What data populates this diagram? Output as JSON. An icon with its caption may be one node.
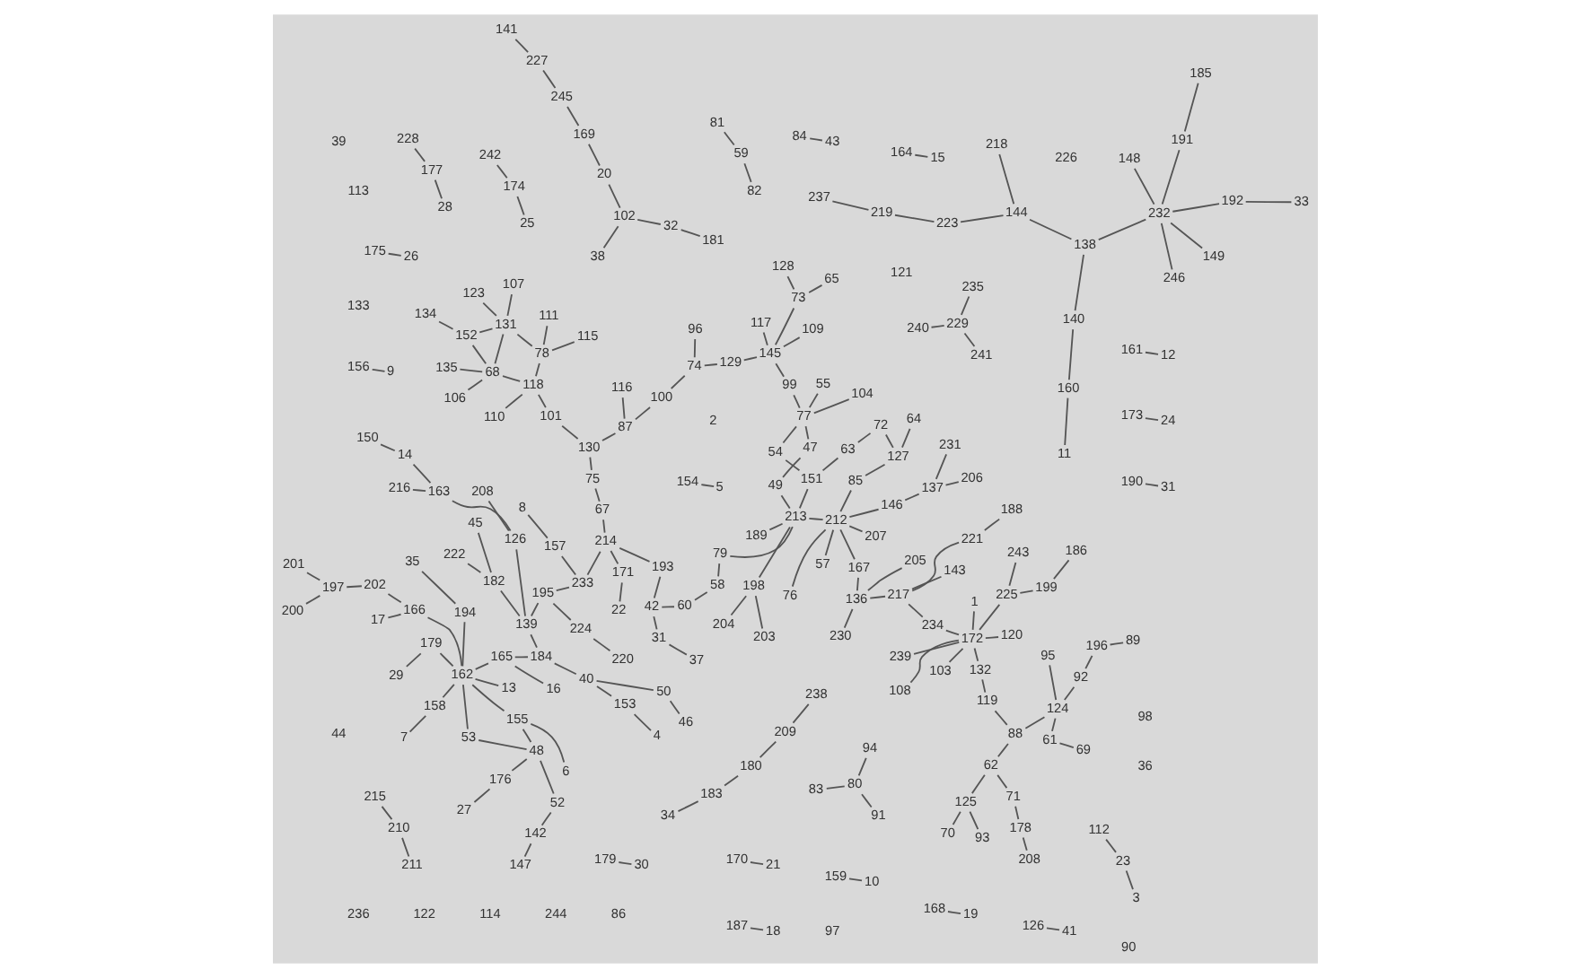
{
  "diagram": {
    "nodes": [
      {
        "text": [
          "208"
        ]
      },
      {
        "text": [
          "178"
        ]
      },
      {
        "text": [
          "71"
        ]
      },
      {
        "text": [
          "62"
        ]
      },
      {
        "text": [
          "125"
        ]
      },
      {
        "text": [
          "70"
        ]
      },
      {
        "text": [
          "93"
        ]
      },
      {
        "text": [
          "88"
        ]
      },
      {
        "text": [
          "124"
        ]
      },
      {
        "text": [
          "69"
        ]
      },
      {
        "text": [
          "61"
        ]
      },
      {
        "text": [
          "92"
        ]
      },
      {
        "text": [
          "196"
        ]
      },
      {
        "text": [
          "89"
        ]
      },
      {
        "text": [
          "95"
        ]
      },
      {
        "text": [
          "119"
        ]
      },
      {
        "text": [
          "132"
        ]
      },
      {
        "text": [
          "172"
        ]
      },
      {
        "text": [
          "239"
        ]
      },
      {
        "text": [
          "108"
        ]
      },
      {
        "text": [
          "225"
        ]
      },
      {
        "text": [
          "199"
        ]
      },
      {
        "text": [
          "186"
        ]
      },
      {
        "text": [
          "243"
        ]
      },
      {
        "text": [
          "1"
        ]
      },
      {
        "text": [
          "103"
        ]
      },
      {
        "text": [
          "120"
        ]
      },
      {
        "text": [
          "234"
        ]
      },
      {
        "text": [
          "217"
        ]
      },
      {
        "text": [
          "143"
        ]
      },
      {
        "text": [
          "221"
        ]
      },
      {
        "text": [
          "188"
        ]
      },
      {
        "text": [
          "136"
        ]
      },
      {
        "text": [
          "230"
        ]
      },
      {
        "text": [
          "205"
        ]
      },
      {
        "text": [
          "167"
        ]
      },
      {
        "text": [
          "212"
        ]
      },
      {
        "text": [
          "127"
        ]
      },
      {
        "text": [
          "85"
        ]
      },
      {
        "text": [
          "64"
        ]
      },
      {
        "text": [
          "72"
        ]
      },
      {
        "text": [
          "63"
        ]
      },
      {
        "text": [
          "151"
        ]
      },
      {
        "text": [
          "54"
        ]
      },
      {
        "text": [
          "77"
        ]
      },
      {
        "text": [
          "146"
        ]
      },
      {
        "text": [
          "137"
        ]
      },
      {
        "text": [
          "206"
        ]
      },
      {
        "text": [
          "231"
        ]
      },
      {
        "text": [
          "57"
        ]
      },
      {
        "text": [
          "76"
        ]
      },
      {
        "text": [
          "207"
        ]
      },
      {
        "text": [
          "189"
        ]
      },
      {
        "text": [
          "213"
        ]
      },
      {
        "text": [
          "198"
        ]
      },
      {
        "text": [
          "203"
        ]
      },
      {
        "text": [
          "204"
        ]
      },
      {
        "text": [
          "49"
        ]
      },
      {
        "text": [
          "47"
        ]
      },
      {
        "text": [
          "79"
        ]
      },
      {
        "text": [
          "58"
        ]
      },
      {
        "text": [
          "60"
        ]
      },
      {
        "text": [
          "42"
        ]
      },
      {
        "text": [
          "31"
        ]
      },
      {
        "text": [
          "37"
        ]
      },
      {
        "text": [
          "193"
        ]
      },
      {
        "text": [
          "214"
        ]
      },
      {
        "text": [
          "171"
        ]
      },
      {
        "text": [
          "22"
        ]
      },
      {
        "text": [
          "67"
        ]
      },
      {
        "text": [
          "75"
        ]
      },
      {
        "text": [
          "130"
        ]
      },
      {
        "text": [
          "104"
        ]
      },
      {
        "text": [
          "55"
        ]
      },
      {
        "text": [
          "99"
        ]
      },
      {
        "text": [
          "145"
        ]
      },
      {
        "text": [
          "109"
        ]
      },
      {
        "text": [
          "73"
        ]
      },
      {
        "text": [
          "128"
        ]
      },
      {
        "text": [
          "65"
        ]
      },
      {
        "text": [
          "117"
        ]
      },
      {
        "text": [
          "129"
        ]
      },
      {
        "text": [
          "74"
        ]
      },
      {
        "text": [
          "96"
        ]
      },
      {
        "text": [
          "100"
        ]
      },
      {
        "text": [
          "87"
        ]
      },
      {
        "text": [
          "116"
        ]
      },
      {
        "text": [
          "101"
        ]
      },
      {
        "text": [
          "118"
        ]
      },
      {
        "text": [
          "110"
        ]
      },
      {
        "text": [
          "68"
        ]
      },
      {
        "text": [
          "106"
        ]
      },
      {
        "text": [
          "135"
        ]
      },
      {
        "text": [
          "152"
        ]
      },
      {
        "text": [
          "134"
        ]
      },
      {
        "text": [
          "131"
        ]
      },
      {
        "text": [
          "123"
        ]
      },
      {
        "text": [
          "107"
        ]
      },
      {
        "text": [
          "78"
        ]
      },
      {
        "text": [
          "111"
        ]
      },
      {
        "text": [
          "115"
        ]
      },
      {
        "text": [
          "233"
        ]
      },
      {
        "text": [
          "157"
        ]
      },
      {
        "text": [
          "8"
        ]
      },
      {
        "text": [
          "195"
        ]
      },
      {
        "text": [
          "224"
        ]
      },
      {
        "text": [
          "220"
        ]
      },
      {
        "text": [
          "139"
        ]
      },
      {
        "text": [
          "126"
        ]
      },
      {
        "text": [
          "208"
        ]
      },
      {
        "text": [
          "163"
        ]
      },
      {
        "text": [
          "14"
        ]
      },
      {
        "text": [
          "150"
        ]
      },
      {
        "text": [
          "216"
        ]
      },
      {
        "text": [
          "182"
        ]
      },
      {
        "text": [
          "45"
        ]
      },
      {
        "text": [
          "222"
        ]
      },
      {
        "text": [
          "184"
        ]
      },
      {
        "text": [
          "40"
        ]
      },
      {
        "text": [
          "153"
        ]
      },
      {
        "text": [
          "4"
        ]
      },
      {
        "text": [
          "50"
        ]
      },
      {
        "text": [
          "46"
        ]
      },
      {
        "text": [
          "165"
        ]
      },
      {
        "text": [
          "16"
        ]
      },
      {
        "text": [
          "162"
        ]
      },
      {
        "text": [
          "29"
        ]
      },
      {
        "text": [
          "179"
        ]
      },
      {
        "text": [
          "35"
        ]
      },
      {
        "text": [
          "194"
        ]
      },
      {
        "text": [
          "6"
        ]
      },
      {
        "text": [
          "155"
        ]
      },
      {
        "text": [
          "48"
        ]
      },
      {
        "text": [
          "52"
        ]
      },
      {
        "text": [
          "142"
        ]
      },
      {
        "text": [
          "147"
        ]
      },
      {
        "text": [
          "176"
        ]
      },
      {
        "text": [
          "27"
        ]
      },
      {
        "text": [
          "53"
        ]
      },
      {
        "text": [
          "13"
        ]
      },
      {
        "text": [
          "158"
        ]
      },
      {
        "text": [
          "7"
        ]
      },
      {
        "text": [
          "166"
        ]
      },
      {
        "text": [
          "17"
        ]
      },
      {
        "text": [
          "202"
        ]
      },
      {
        "text": [
          "197"
        ]
      },
      {
        "text": [
          "201"
        ]
      },
      {
        "text": [
          "200"
        ]
      },
      {
        "text": [
          "237"
        ]
      },
      {
        "text": [
          "219"
        ]
      },
      {
        "text": [
          "223"
        ]
      },
      {
        "text": [
          "144"
        ]
      },
      {
        "text": [
          "218"
        ]
      },
      {
        "text": [
          "138"
        ]
      },
      {
        "text": [
          "140"
        ]
      },
      {
        "text": [
          "160"
        ]
      },
      {
        "text": [
          "11"
        ]
      },
      {
        "text": [
          "232"
        ]
      },
      {
        "text": [
          "246"
        ]
      },
      {
        "text": [
          "192"
        ]
      },
      {
        "text": [
          "33"
        ]
      },
      {
        "text": [
          "191"
        ]
      },
      {
        "text": [
          "185"
        ]
      },
      {
        "text": [
          "148"
        ]
      },
      {
        "text": [
          "149"
        ]
      },
      {
        "text": [
          "209"
        ]
      },
      {
        "text": [
          "180"
        ]
      },
      {
        "text": [
          "183"
        ]
      },
      {
        "text": [
          "34"
        ]
      },
      {
        "text": [
          "238"
        ]
      },
      {
        "text": [
          "141"
        ]
      },
      {
        "text": [
          "227"
        ]
      },
      {
        "text": [
          "245"
        ]
      },
      {
        "text": [
          "169"
        ]
      },
      {
        "text": [
          "20"
        ]
      },
      {
        "text": [
          "102"
        ]
      },
      {
        "text": [
          "38"
        ]
      },
      {
        "text": [
          "32"
        ]
      },
      {
        "text": [
          "181"
        ]
      },
      {
        "text": [
          "170"
        ]
      },
      {
        "text": [
          "21"
        ]
      },
      {
        "text": [
          "179"
        ]
      },
      {
        "text": [
          "30"
        ]
      },
      {
        "text": [
          "159"
        ]
      },
      {
        "text": [
          "10"
        ]
      },
      {
        "text": [
          "175"
        ]
      },
      {
        "text": [
          "26"
        ]
      },
      {
        "text": [
          "168"
        ]
      },
      {
        "text": [
          "19"
        ]
      },
      {
        "text": [
          "164"
        ]
      },
      {
        "text": [
          "15"
        ]
      },
      {
        "text": [
          "187"
        ]
      },
      {
        "text": [
          "18"
        ]
      },
      {
        "text": [
          "126"
        ]
      },
      {
        "text": [
          "41"
        ]
      },
      {
        "text": [
          "154"
        ]
      },
      {
        "text": [
          "5"
        ]
      },
      {
        "text": [
          "190"
        ]
      },
      {
        "text": [
          "31"
        ]
      },
      {
        "text": [
          "156"
        ]
      },
      {
        "text": [
          "9"
        ]
      },
      {
        "text": [
          "173"
        ]
      },
      {
        "text": [
          "24"
        ]
      },
      {
        "text": [
          "161"
        ]
      },
      {
        "text": [
          "12"
        ]
      },
      {
        "text": [
          "84"
        ]
      },
      {
        "text": [
          "43"
        ]
      },
      {
        "text": [
          "242"
        ]
      },
      {
        "text": [
          "174"
        ]
      },
      {
        "text": [
          "25"
        ]
      },
      {
        "text": [
          "228"
        ]
      },
      {
        "text": [
          "177"
        ]
      },
      {
        "text": [
          "28"
        ]
      },
      {
        "text": [
          "81"
        ]
      },
      {
        "text": [
          "59"
        ]
      },
      {
        "text": [
          "82"
        ]
      },
      {
        "text": [
          "215"
        ]
      },
      {
        "text": [
          "210"
        ]
      },
      {
        "text": [
          "211"
        ]
      },
      {
        "text": [
          "112"
        ]
      },
      {
        "text": [
          "23"
        ]
      },
      {
        "text": [
          "3"
        ]
      },
      {
        "text": [
          "83"
        ]
      },
      {
        "text": [
          "80"
        ]
      },
      {
        "text": [
          "91"
        ]
      },
      {
        "text": [
          "94"
        ]
      },
      {
        "text": [
          "240"
        ]
      },
      {
        "text": [
          "229"
        ]
      },
      {
        "text": [
          "241"
        ]
      },
      {
        "text": [
          "235"
        ]
      },
      {
        "text": [
          "2"
        ]
      },
      {
        "text": [
          "86"
        ]
      },
      {
        "text": [
          "121"
        ]
      },
      {
        "text": [
          "97"
        ]
      },
      {
        "text": [
          "226"
        ]
      },
      {
        "text": [
          "113"
        ]
      },
      {
        "text": [
          "133"
        ]
      },
      {
        "text": [
          "39"
        ]
      },
      {
        "text": [
          "236"
        ]
      },
      {
        "text": [
          "44"
        ]
      },
      {
        "text": [
          "90"
        ]
      },
      {
        "text": [
          "122"
        ]
      },
      {
        "text": [
          "114"
        ]
      },
      {
        "text": [
          "36"
        ]
      },
      {
        "text": [
          "98"
        ]
      },
      {
        "text": [
          "244"
        ]
      }
    ],
    "edges": [
      {
        "from": 0,
        "to": 1,
        "arrow": "none"
      },
      {
        "from": 1,
        "to": 2,
        "arrow": "none"
      },
      {
        "from": 2,
        "to": 3,
        "arrow": "none"
      },
      {
        "from": 4,
        "to": 5,
        "arrow": "none"
      },
      {
        "from": 4,
        "to": 6,
        "arrow": "none"
      },
      {
        "from": 4,
        "to": 3,
        "arrow": "none"
      },
      {
        "from": 3,
        "to": 7,
        "arrow": "none"
      },
      {
        "from": 7,
        "to": 8,
        "arrow": "none"
      },
      {
        "from": 9,
        "to": 10,
        "arrow": "none"
      },
      {
        "from": 10,
        "to": 8,
        "arrow": "none"
      },
      {
        "from": 13,
        "to": 12,
        "arrow": "none"
      },
      {
        "from": 12,
        "to": 11,
        "arrow": "none"
      },
      {
        "from": 11,
        "to": 8,
        "arrow": "none"
      },
      {
        "from": 8,
        "to": 14,
        "arrow": "none"
      },
      {
        "from": 7,
        "to": 15,
        "arrow": "none"
      },
      {
        "from": 15,
        "to": 16,
        "arrow": "none"
      },
      {
        "from": 16,
        "to": 17,
        "arrow": "none"
      },
      {
        "from": 17,
        "to": 18,
        "arrow": "none"
      },
      {
        "from": 17,
        "to": 19,
        "arrow": "none"
      },
      {
        "from": 17,
        "to": 20,
        "arrow": "none"
      },
      {
        "from": 20,
        "to": 21,
        "arrow": "none"
      },
      {
        "from": 21,
        "to": 22,
        "arrow": "none"
      },
      {
        "from": 20,
        "to": 23,
        "arrow": "none"
      },
      {
        "from": 17,
        "to": 24,
        "arrow": "none"
      },
      {
        "from": 17,
        "to": 25,
        "arrow": "none"
      },
      {
        "from": 17,
        "to": 26,
        "arrow": "none"
      },
      {
        "from": 17,
        "to": 27,
        "arrow": "none"
      },
      {
        "from": 27,
        "to": 28,
        "arrow": "none"
      },
      {
        "from": 28,
        "to": 29,
        "arrow": "none"
      },
      {
        "from": 28,
        "to": 30,
        "arrow": "none"
      },
      {
        "from": 30,
        "to": 31,
        "arrow": "none"
      },
      {
        "from": 28,
        "to": 32,
        "arrow": "none"
      },
      {
        "from": 32,
        "to": 33,
        "arrow": "none"
      },
      {
        "from": 32,
        "to": 34,
        "arrow": "none"
      },
      {
        "from": 32,
        "to": 35,
        "arrow": "none"
      },
      {
        "from": 35,
        "to": 36,
        "arrow": "none"
      },
      {
        "from": 37,
        "to": 38,
        "arrow": "none"
      },
      {
        "from": 38,
        "to": 36,
        "arrow": "none"
      },
      {
        "from": 37,
        "to": 39,
        "arrow": "none"
      },
      {
        "from": 37,
        "to": 40,
        "arrow": "none"
      },
      {
        "from": 40,
        "to": 41,
        "arrow": "none"
      },
      {
        "from": 41,
        "to": 42,
        "arrow": "none"
      },
      {
        "from": 42,
        "to": 53,
        "arrow": "none"
      },
      {
        "from": 42,
        "to": 43,
        "arrow": "none"
      },
      {
        "from": 43,
        "to": 44,
        "arrow": "none"
      },
      {
        "from": 36,
        "to": 45,
        "arrow": "none"
      },
      {
        "from": 45,
        "to": 46,
        "arrow": "none"
      },
      {
        "from": 46,
        "to": 47,
        "arrow": "none"
      },
      {
        "from": 46,
        "to": 48,
        "arrow": "none"
      },
      {
        "from": 36,
        "to": 49,
        "arrow": "none"
      },
      {
        "from": 36,
        "to": 50,
        "arrow": "none"
      },
      {
        "from": 36,
        "to": 51,
        "arrow": "none"
      },
      {
        "from": 52,
        "to": 53,
        "arrow": "none"
      },
      {
        "from": 36,
        "to": 53,
        "arrow": "none"
      },
      {
        "from": 53,
        "to": 54,
        "arrow": "none"
      },
      {
        "from": 54,
        "to": 55,
        "arrow": "none"
      },
      {
        "from": 54,
        "to": 56,
        "arrow": "none"
      },
      {
        "from": 53,
        "to": 57,
        "arrow": "none"
      },
      {
        "from": 57,
        "to": 58,
        "arrow": "none"
      },
      {
        "from": 58,
        "to": 44,
        "arrow": "none"
      },
      {
        "from": 53,
        "to": 59,
        "arrow": "none"
      },
      {
        "from": 59,
        "to": 60,
        "arrow": "none"
      },
      {
        "from": 60,
        "to": 61,
        "arrow": "none"
      },
      {
        "from": 61,
        "to": 62,
        "arrow": "none"
      },
      {
        "from": 62,
        "to": 63,
        "arrow": "none"
      },
      {
        "from": 63,
        "to": 64,
        "arrow": "none"
      },
      {
        "from": 62,
        "to": 65,
        "arrow": "none"
      },
      {
        "from": 65,
        "to": 66,
        "arrow": "none"
      },
      {
        "from": 66,
        "to": 67,
        "arrow": "none"
      },
      {
        "from": 67,
        "to": 68,
        "arrow": "none"
      },
      {
        "from": 66,
        "to": 69,
        "arrow": "none"
      },
      {
        "from": 69,
        "to": 70,
        "arrow": "none"
      },
      {
        "from": 70,
        "to": 71,
        "arrow": "none"
      },
      {
        "from": 44,
        "to": 72,
        "arrow": "none"
      },
      {
        "from": 44,
        "to": 73,
        "arrow": "none"
      },
      {
        "from": 44,
        "to": 74,
        "arrow": "none"
      },
      {
        "from": 74,
        "to": 75,
        "arrow": "none"
      },
      {
        "from": 75,
        "to": 76,
        "arrow": "none"
      },
      {
        "from": 75,
        "to": 77,
        "arrow": "none"
      },
      {
        "from": 77,
        "to": 78,
        "arrow": "none"
      },
      {
        "from": 77,
        "to": 79,
        "arrow": "none"
      },
      {
        "from": 75,
        "to": 80,
        "arrow": "none"
      },
      {
        "from": 75,
        "to": 81,
        "arrow": "none"
      },
      {
        "from": 81,
        "to": 82,
        "arrow": "none"
      },
      {
        "from": 82,
        "to": 83,
        "arrow": "none"
      },
      {
        "from": 82,
        "to": 84,
        "arrow": "none"
      },
      {
        "from": 84,
        "to": 85,
        "arrow": "none"
      },
      {
        "from": 85,
        "to": 86,
        "arrow": "none"
      },
      {
        "from": 85,
        "to": 71,
        "arrow": "none"
      },
      {
        "from": 71,
        "to": 87,
        "arrow": "none"
      },
      {
        "from": 87,
        "to": 88,
        "arrow": "none"
      },
      {
        "from": 88,
        "to": 89,
        "arrow": "none"
      },
      {
        "from": 88,
        "to": 90,
        "arrow": "none"
      },
      {
        "from": 90,
        "to": 91,
        "arrow": "none"
      },
      {
        "from": 90,
        "to": 92,
        "arrow": "none"
      },
      {
        "from": 90,
        "to": 93,
        "arrow": "none"
      },
      {
        "from": 93,
        "to": 94,
        "arrow": "none"
      },
      {
        "from": 90,
        "to": 95,
        "arrow": "none"
      },
      {
        "from": 88,
        "to": 98,
        "arrow": "none"
      },
      {
        "from": 98,
        "to": 99,
        "arrow": "none"
      },
      {
        "from": 98,
        "to": 100,
        "arrow": "none"
      },
      {
        "from": 98,
        "to": 95,
        "arrow": "none"
      },
      {
        "from": 95,
        "to": 96,
        "arrow": "none"
      },
      {
        "from": 95,
        "to": 97,
        "arrow": "none"
      },
      {
        "from": 95,
        "to": 93,
        "arrow": "none"
      },
      {
        "from": 66,
        "to": 101,
        "arrow": "none"
      },
      {
        "from": 101,
        "to": 102,
        "arrow": "none"
      },
      {
        "from": 102,
        "to": 103,
        "arrow": "none"
      },
      {
        "from": 101,
        "to": 104,
        "arrow": "none"
      },
      {
        "from": 104,
        "to": 105,
        "arrow": "none"
      },
      {
        "from": 105,
        "to": 106,
        "arrow": "none"
      },
      {
        "from": 104,
        "to": 107,
        "arrow": "none"
      },
      {
        "from": 107,
        "to": 108,
        "arrow": "none"
      },
      {
        "from": 108,
        "to": 109,
        "arrow": "none"
      },
      {
        "from": 108,
        "to": 110,
        "arrow": "none"
      },
      {
        "from": 110,
        "to": 111,
        "arrow": "none"
      },
      {
        "from": 111,
        "to": 112,
        "arrow": "none"
      },
      {
        "from": 110,
        "to": 113,
        "arrow": "none"
      },
      {
        "from": 107,
        "to": 114,
        "arrow": "none"
      },
      {
        "from": 114,
        "to": 115,
        "arrow": "none"
      },
      {
        "from": 114,
        "to": 116,
        "arrow": "none"
      },
      {
        "from": 107,
        "to": 117,
        "arrow": "none"
      },
      {
        "from": 117,
        "to": 118,
        "arrow": "none"
      },
      {
        "from": 118,
        "to": 119,
        "arrow": "none"
      },
      {
        "from": 119,
        "to": 120,
        "arrow": "none"
      },
      {
        "from": 118,
        "to": 121,
        "arrow": "none"
      },
      {
        "from": 121,
        "to": 122,
        "arrow": "none"
      },
      {
        "from": 117,
        "to": 123,
        "arrow": "none"
      },
      {
        "from": 123,
        "to": 124,
        "arrow": "none"
      },
      {
        "from": 123,
        "to": 125,
        "arrow": "none"
      },
      {
        "from": 126,
        "to": 127,
        "arrow": "none"
      },
      {
        "from": 127,
        "to": 125,
        "arrow": "none"
      },
      {
        "from": 128,
        "to": 129,
        "arrow": "none"
      },
      {
        "from": 129,
        "to": 125,
        "arrow": "none"
      },
      {
        "from": 130,
        "to": 131,
        "arrow": "none"
      },
      {
        "from": 131,
        "to": 125,
        "arrow": "none"
      },
      {
        "from": 131,
        "to": 132,
        "arrow": "none"
      },
      {
        "from": 135,
        "to": 134,
        "arrow": "none"
      },
      {
        "from": 134,
        "to": 133,
        "arrow": "none"
      },
      {
        "from": 133,
        "to": 132,
        "arrow": "none"
      },
      {
        "from": 132,
        "to": 136,
        "arrow": "none"
      },
      {
        "from": 136,
        "to": 137,
        "arrow": "none"
      },
      {
        "from": 132,
        "to": 138,
        "arrow": "none"
      },
      {
        "from": 138,
        "to": 125,
        "arrow": "none"
      },
      {
        "from": 125,
        "to": 139,
        "arrow": "none"
      },
      {
        "from": 125,
        "to": 140,
        "arrow": "none"
      },
      {
        "from": 140,
        "to": 141,
        "arrow": "none"
      },
      {
        "from": 125,
        "to": 142,
        "arrow": "none"
      },
      {
        "from": 142,
        "to": 143,
        "arrow": "none"
      },
      {
        "from": 142,
        "to": 144,
        "arrow": "none"
      },
      {
        "from": 144,
        "to": 145,
        "arrow": "none"
      },
      {
        "from": 145,
        "to": 146,
        "arrow": "none"
      },
      {
        "from": 145,
        "to": 147,
        "arrow": "none"
      },
      {
        "from": 148,
        "to": 149,
        "arrow": "none"
      },
      {
        "from": 149,
        "to": 150,
        "arrow": "none"
      },
      {
        "from": 150,
        "to": 151,
        "arrow": "none"
      },
      {
        "from": 151,
        "to": 152,
        "arrow": "none"
      },
      {
        "from": 151,
        "to": 153,
        "arrow": "none"
      },
      {
        "from": 153,
        "to": 154,
        "arrow": "none"
      },
      {
        "from": 154,
        "to": 155,
        "arrow": "none"
      },
      {
        "from": 155,
        "to": 156,
        "arrow": "none"
      },
      {
        "from": 153,
        "to": 157,
        "arrow": "none"
      },
      {
        "from": 157,
        "to": 158,
        "arrow": "none"
      },
      {
        "from": 157,
        "to": 159,
        "arrow": "none"
      },
      {
        "from": 159,
        "to": 160,
        "arrow": "none"
      },
      {
        "from": 157,
        "to": 161,
        "arrow": "none"
      },
      {
        "from": 161,
        "to": 162,
        "arrow": "none"
      },
      {
        "from": 157,
        "to": 163,
        "arrow": "none"
      },
      {
        "from": 157,
        "to": 164,
        "arrow": "none"
      },
      {
        "from": 165,
        "to": 166,
        "arrow": "none"
      },
      {
        "from": 166,
        "to": 167,
        "arrow": "none"
      },
      {
        "from": 167,
        "to": 168,
        "arrow": "none"
      },
      {
        "from": 165,
        "to": 169,
        "arrow": "none"
      },
      {
        "from": 170,
        "to": 171,
        "arrow": "none"
      },
      {
        "from": 171,
        "to": 172,
        "arrow": "none"
      },
      {
        "from": 172,
        "to": 173,
        "arrow": "none"
      },
      {
        "from": 173,
        "to": 174,
        "arrow": "none"
      },
      {
        "from": 174,
        "to": 175,
        "arrow": "none"
      },
      {
        "from": 175,
        "to": 176,
        "arrow": "none"
      },
      {
        "from": 175,
        "to": 177,
        "arrow": "none"
      },
      {
        "from": 177,
        "to": 178,
        "arrow": "none"
      },
      {
        "from": 179,
        "to": 180,
        "arrow": "none"
      },
      {
        "from": 181,
        "to": 182,
        "arrow": "none"
      },
      {
        "from": 183,
        "to": 184,
        "arrow": "none"
      },
      {
        "from": 185,
        "to": 186,
        "arrow": "none"
      },
      {
        "from": 187,
        "to": 188,
        "arrow": "none"
      },
      {
        "from": 189,
        "to": 190,
        "arrow": "none"
      },
      {
        "from": 191,
        "to": 192,
        "arrow": "none"
      },
      {
        "from": 193,
        "to": 194,
        "arrow": "none"
      },
      {
        "from": 195,
        "to": 196,
        "arrow": "none"
      },
      {
        "from": 197,
        "to": 198,
        "arrow": "none"
      },
      {
        "from": 199,
        "to": 200,
        "arrow": "none"
      },
      {
        "from": 201,
        "to": 202,
        "arrow": "none"
      },
      {
        "from": 203,
        "to": 204,
        "arrow": "none"
      },
      {
        "from": 205,
        "to": 206,
        "arrow": "none"
      },
      {
        "from": 207,
        "to": 208,
        "arrow": "none"
      },
      {
        "from": 208,
        "to": 209,
        "arrow": "none"
      },
      {
        "from": 210,
        "to": 211,
        "arrow": "none"
      },
      {
        "from": 211,
        "to": 212,
        "arrow": "none"
      },
      {
        "from": 213,
        "to": 214,
        "arrow": "none"
      },
      {
        "from": 214,
        "to": 215,
        "arrow": "none"
      },
      {
        "from": 216,
        "to": 217,
        "arrow": "none"
      },
      {
        "from": 217,
        "to": 218,
        "arrow": "none"
      },
      {
        "from": 219,
        "to": 220,
        "arrow": "none"
      },
      {
        "from": 220,
        "to": 221,
        "arrow": "none"
      },
      {
        "from": 222,
        "to": 223,
        "arrow": "none"
      },
      {
        "from": 224,
        "to": 223,
        "arrow": "none"
      },
      {
        "from": 225,
        "to": 223,
        "arrow": "none"
      },
      {
        "from": 226,
        "to": 227,
        "arrow": "none"
      },
      {
        "from": 228,
        "to": 227,
        "arrow": "none"
      },
      {
        "from": 229,
        "to": 227,
        "arrow": "none"
      }
    ]
  }
}
